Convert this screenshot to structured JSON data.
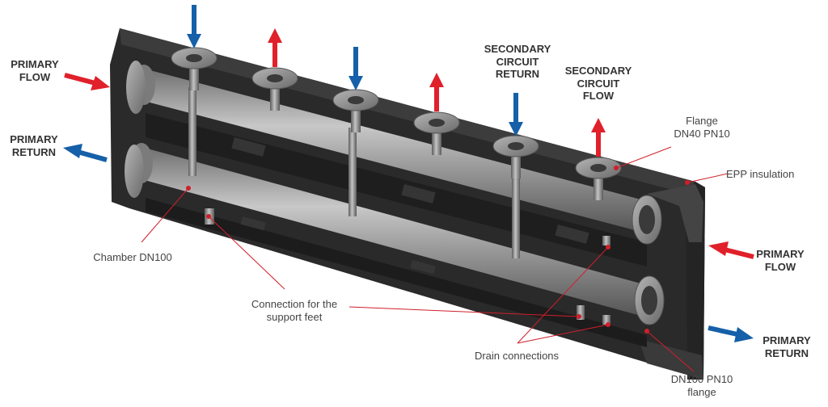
{
  "labels": {
    "primary_flow_left": [
      "PRIMARY",
      "FLOW"
    ],
    "primary_return_left": [
      "PRIMARY",
      "RETURN"
    ],
    "secondary_circuit_return": [
      "SECONDARY",
      "CIRCUIT",
      "RETURN"
    ],
    "secondary_circuit_flow": [
      "SECONDARY",
      "CIRCUIT",
      "FLOW"
    ],
    "flange_dn40": [
      "Flange",
      "DN40 PN10"
    ],
    "epp_insulation": "EPP insulation",
    "primary_flow_right": [
      "PRIMARY",
      "FLOW"
    ],
    "primary_return_right": [
      "PRIMARY",
      "RETURN"
    ],
    "chamber": "Chamber DN100",
    "support_feet": [
      "Connection for the",
      "support feet"
    ],
    "drain": "Drain connections",
    "dn100_flange": [
      "DN100 PN10",
      "flange"
    ]
  },
  "colors": {
    "flow_arrow": "#e0202a",
    "return_arrow": "#1560a8",
    "leader_line": "#d01f2a",
    "insulation": "#2e2e2e",
    "pipe": "#8c8c8c"
  },
  "nozzles": [
    {
      "direction": "down",
      "color": "return_arrow"
    },
    {
      "direction": "up",
      "color": "flow_arrow"
    },
    {
      "direction": "down",
      "color": "return_arrow"
    },
    {
      "direction": "up",
      "color": "flow_arrow"
    },
    {
      "direction": "down",
      "color": "return_arrow"
    },
    {
      "direction": "up",
      "color": "flow_arrow"
    }
  ]
}
